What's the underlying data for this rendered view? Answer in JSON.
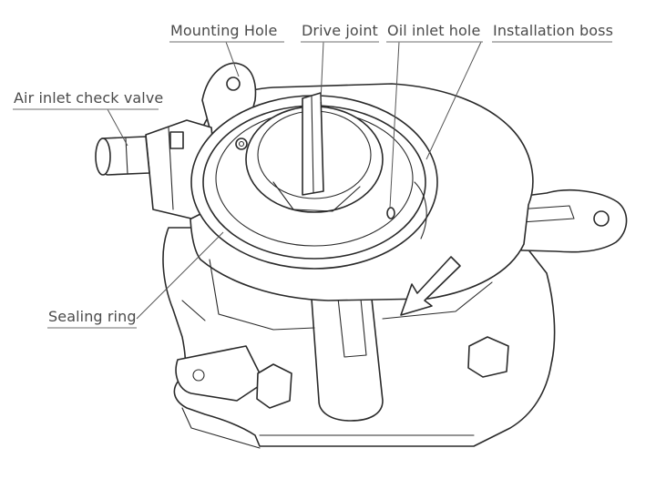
{
  "labels": {
    "mounting_hole": "Mounting Hole",
    "drive_joint": "Drive joint",
    "oil_inlet_hole": "Oil inlet hole",
    "installation_boss": "Installation boss",
    "air_inlet_check_valve": "Air inlet check valve",
    "sealing_ring": "Sealing ring"
  },
  "colors": {
    "line": "#2a2a2a",
    "label_text": "#4a4a4a",
    "background": "#ffffff"
  }
}
